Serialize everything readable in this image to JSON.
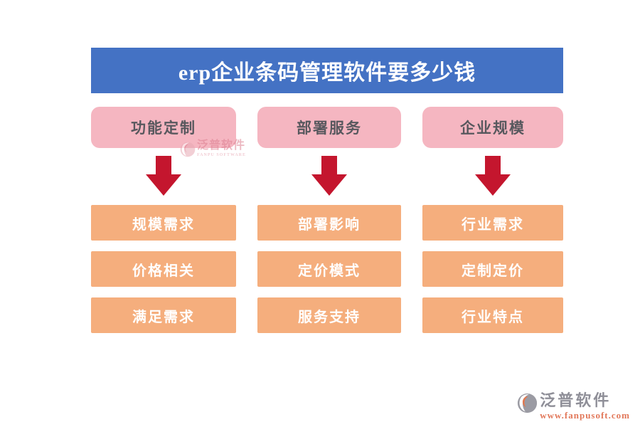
{
  "title": "erp企业条码管理软件要多少钱",
  "columns": [
    {
      "header": "功能定制",
      "items": [
        "规模需求",
        "价格相关",
        "满足需求"
      ]
    },
    {
      "header": "部署服务",
      "items": [
        "部署影响",
        "定价模式",
        "服务支持"
      ]
    },
    {
      "header": "企业规模",
      "items": [
        "行业需求",
        "定制定价",
        "行业特点"
      ]
    }
  ],
  "watermark": {
    "name": "泛普软件",
    "subtext": "FANPU SOFTWARE"
  },
  "footer": {
    "name": "泛普软件",
    "url": "www.fanpusoft.com"
  },
  "colors": {
    "title_bg": "#4472c4",
    "title_text": "#ffffff",
    "header_box_bg": "#f5b6c1",
    "header_box_text": "#58585e",
    "item_box_bg": "#f5ae7d",
    "item_box_text": "#ffffff",
    "arrow": "#c4162e",
    "brand_text": "#8f8f98",
    "brand_url": "#e2785a"
  }
}
